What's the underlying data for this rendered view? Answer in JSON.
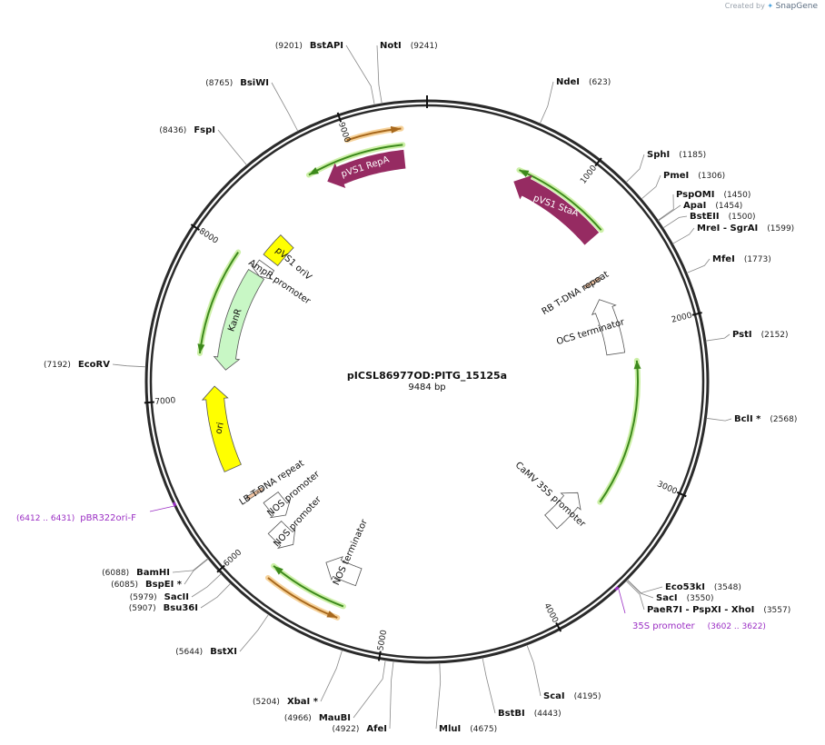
{
  "watermark": {
    "prefix": "Created by",
    "brand": "SnapGene"
  },
  "plasmid": {
    "name": "pICSL86977OD:PITG_15125a",
    "length_label": "9484 bp",
    "length": 9484
  },
  "ticks": [
    1000,
    2000,
    3000,
    4000,
    5000,
    6000,
    7000,
    8000,
    9000
  ],
  "sites": [
    {
      "name": "NdeI",
      "pos": "(623)",
      "loc": 623
    },
    {
      "name": "SphI",
      "pos": "(1185)",
      "loc": 1185
    },
    {
      "name": "PmeI",
      "pos": "(1306)",
      "loc": 1306
    },
    {
      "name": "PspOMI",
      "pos": "(1450)",
      "loc": 1450
    },
    {
      "name": "ApaI",
      "pos": "(1454)",
      "loc": 1454
    },
    {
      "name": "BstEII",
      "pos": "(1500)",
      "loc": 1500
    },
    {
      "name": "MreI - SgrAI",
      "pos": "(1599)",
      "loc": 1599
    },
    {
      "name": "MfeI",
      "pos": "(1773)",
      "loc": 1773
    },
    {
      "name": "PstI",
      "pos": "(2152)",
      "loc": 2152
    },
    {
      "name": "BclI *",
      "pos": "(2568)",
      "loc": 2568
    },
    {
      "name": "Eco53kI",
      "pos": "(3548)",
      "loc": 3548
    },
    {
      "name": "SacI",
      "pos": "(3550)",
      "loc": 3550
    },
    {
      "name": "PaeR7I - PspXI - XhoI",
      "pos": "(3557)",
      "loc": 3557
    },
    {
      "name": "ScaI",
      "pos": "(4195)",
      "loc": 4195
    },
    {
      "name": "BstBI",
      "pos": "(4443)",
      "loc": 4443
    },
    {
      "name": "MluI",
      "pos": "(4675)",
      "loc": 4675
    },
    {
      "name": "AfeI",
      "pos": "(4922)",
      "loc": 4922
    },
    {
      "name": "MauBI",
      "pos": "(4966)",
      "loc": 4966
    },
    {
      "name": "XbaI *",
      "pos": "(5204)",
      "loc": 5204
    },
    {
      "name": "BstXI",
      "pos": "(5644)",
      "loc": 5644
    },
    {
      "name": "Bsu36I",
      "pos": "(5907)",
      "loc": 5907
    },
    {
      "name": "SacII",
      "pos": "(5979)",
      "loc": 5979
    },
    {
      "name": "BspEI *",
      "pos": "(6085)",
      "loc": 6085
    },
    {
      "name": "BamHI",
      "pos": "(6088)",
      "loc": 6088
    },
    {
      "name": "EcoRV",
      "pos": "(7192)",
      "loc": 7192
    },
    {
      "name": "FspI",
      "pos": "(8436)",
      "loc": 8436
    },
    {
      "name": "BsiWI",
      "pos": "(8765)",
      "loc": 8765
    },
    {
      "name": "BstAPI",
      "pos": "(9201)",
      "loc": 9201
    },
    {
      "name": "NotI",
      "pos": "(9241)",
      "loc": 9241
    }
  ],
  "primers": [
    {
      "name": "pBR322ori-F",
      "range": "(6412 .. 6431)",
      "loc": 6421
    },
    {
      "name": "35S promoter",
      "range": "(3602 .. 3622)",
      "loc": 3612
    }
  ],
  "features": [
    {
      "name": "pVS1 StaA",
      "start": 620,
      "end": 1290,
      "dir": -1,
      "color": "#962b62",
      "label_inside": true
    },
    {
      "name": "pVS1 RepA",
      "start": 8790,
      "end": 9330,
      "dir": -1,
      "color": "#962b62",
      "label_inside": true
    },
    {
      "name": "RB T-DNA repeat",
      "start": 1545,
      "end": 1570,
      "dir": 0,
      "color": "#f3c5a3"
    },
    {
      "name": "OCS terminator",
      "start": 1700,
      "end": 2150,
      "dir": -1,
      "color": "#ffffff"
    },
    {
      "name": "CaMV 35S promoter",
      "start": 3330,
      "end": 3650,
      "dir": -1,
      "color": "#ffffff"
    },
    {
      "name": "NOS terminator",
      "start": 5250,
      "end": 5510,
      "dir": 1,
      "color": "#ffffff"
    },
    {
      "name": "NOS promoter",
      "start": 5780,
      "end": 5960,
      "dir": -1,
      "color": "#ffffff"
    },
    {
      "name": "NOS promoter",
      "start": 5970,
      "end": 6150,
      "dir": -1,
      "color": "#ffffff"
    },
    {
      "name": "LB T-DNA repeat",
      "start": 6230,
      "end": 6255,
      "dir": 0,
      "color": "#f3c5a3"
    },
    {
      "name": "ori",
      "start": 6480,
      "end": 7080,
      "dir": 1,
      "color": "#ffff00"
    },
    {
      "name": "KanR",
      "start": 7200,
      "end": 7960,
      "dir": -1,
      "color": "#c8f7c5"
    },
    {
      "name": "AmpR promoter",
      "start": 7960,
      "end": 8060,
      "dir": -1,
      "color": "#ffffff"
    },
    {
      "name": "pVS1 oriV",
      "start": 8110,
      "end": 8300,
      "dir": 0,
      "color": "#ffff00"
    }
  ],
  "orfs": [
    {
      "start": 620,
      "end": 1290,
      "dir": -1,
      "color": "green"
    },
    {
      "start": 8700,
      "end": 9330,
      "dir": -1,
      "color": "green"
    },
    {
      "start": 9000,
      "end": 9330,
      "dir": 1,
      "color": "orange"
    },
    {
      "start": 2220,
      "end": 3290,
      "dir": -1,
      "color": "green"
    },
    {
      "start": 5280,
      "end": 5790,
      "dir": 1,
      "color": "green"
    },
    {
      "start": 5290,
      "end": 5770,
      "dir": -1,
      "color": "orange"
    },
    {
      "start": 7300,
      "end": 8020,
      "dir": -1,
      "color": "green"
    }
  ]
}
